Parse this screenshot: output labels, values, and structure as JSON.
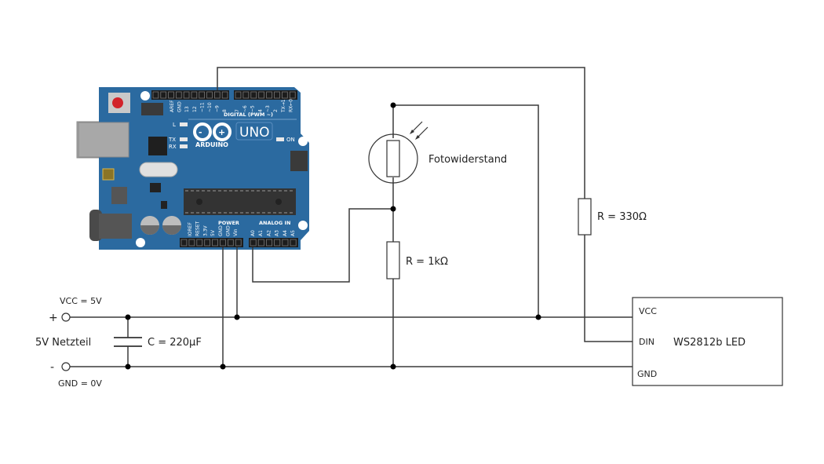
{
  "diagram": {
    "type": "circuit-schematic",
    "board": {
      "brand": "ARDUINO",
      "model": "UNO",
      "digital_header_label": "DIGITAL (PWM ~)",
      "power_header_label": "POWER",
      "analog_header_label": "ANALOG IN",
      "digital_pins": [
        "AREF",
        "GND",
        "13",
        "12",
        "~11",
        "~10",
        "~9",
        "8",
        "7",
        "~6",
        "~5",
        "4",
        "~3",
        "2",
        "TX→1",
        "RX←0"
      ],
      "power_pins": [
        "IOREF",
        "RESET",
        "3.3V",
        "5V",
        "GND",
        "GND",
        "Vin"
      ],
      "analog_pins": [
        "A0",
        "A1",
        "A2",
        "A3",
        "A4",
        "A5"
      ],
      "led_labels": {
        "l": "L",
        "tx": "TX",
        "rx": "RX",
        "on": "ON"
      },
      "colors": {
        "pcb": "#2b6aa0",
        "header": "#1c1c1c",
        "reset": "#d2232a"
      }
    },
    "power_supply": {
      "name": "5V Netzteil",
      "plus_symbol": "+",
      "minus_symbol": "-",
      "vcc_label": "VCC = 5V",
      "gnd_label": "GND = 0V"
    },
    "components": {
      "capacitor": "C = 220µF",
      "ldr": "Fotowiderstand",
      "r1": "R = 1kΩ",
      "r2": "R = 330Ω"
    },
    "led_module": {
      "name": "WS2812b LED",
      "pins": [
        "VCC",
        "DIN",
        "GND"
      ]
    },
    "connections": [
      {
        "from": "Arduino ~9",
        "to": "R 330Ω → WS2812b DIN"
      },
      {
        "from": "Arduino A0",
        "to": "Fotowiderstand / R 1kΩ junction"
      },
      {
        "from": "Arduino Vin",
        "to": "VCC 5V"
      },
      {
        "from": "Arduino GND",
        "to": "GND 0V"
      },
      {
        "from": "Fotowiderstand top",
        "to": "VCC 5V"
      },
      {
        "from": "R 1kΩ bottom",
        "to": "GND 0V"
      }
    ]
  }
}
